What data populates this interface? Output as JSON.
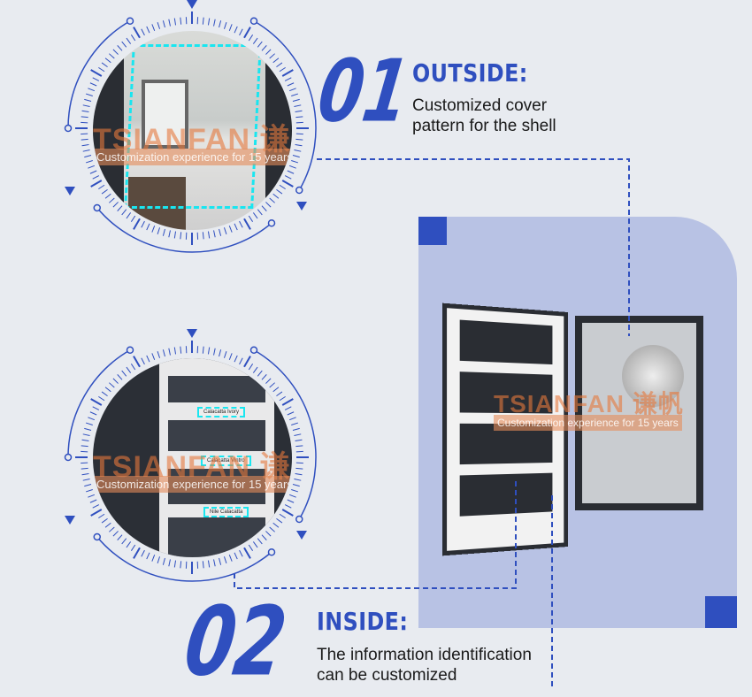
{
  "section1": {
    "number": "01",
    "title": "OUTSIDE:",
    "description": [
      "Customized cover",
      "pattern for the shell"
    ]
  },
  "section2": {
    "number": "02",
    "title": "INSIDE:",
    "description": [
      "The information identification",
      "can be customized"
    ]
  },
  "watermark": {
    "brand": "TSIANFAN 谦帆",
    "slogan": "Customization experience for 15 years"
  },
  "inside_labels": [
    "Calacatta Ivory",
    "Calacatta Vintro",
    "Nile Calacatta"
  ],
  "colors": {
    "accent": "#2f4fbf",
    "panel": "#b8c2e4",
    "background": "#e8ebf0",
    "highlight": "#19e6f0"
  }
}
